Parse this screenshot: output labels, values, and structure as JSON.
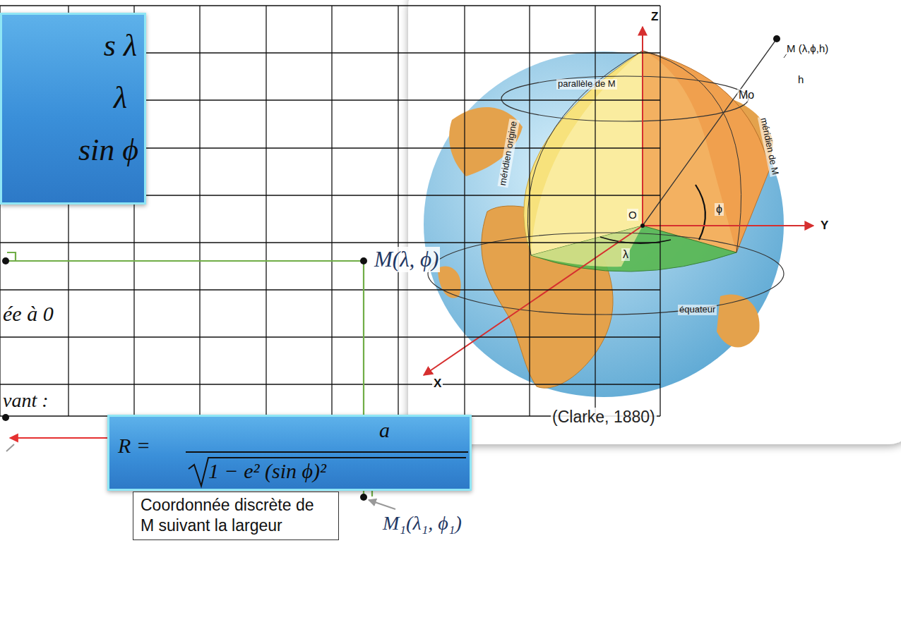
{
  "diagram": {
    "nodes": [
      {
        "text": [
          "s λ",
          "λ",
          "sin ϕ"
        ]
      },
      {
        "text": [
          "R =",
          "a",
          "1 − e² (sin ϕ)²"
        ]
      },
      {
        "text": [
          "Coordonnée discrète de M suivant la largeur"
        ]
      }
    ],
    "labels": [
      "M(λ, ϕ)",
      "ée à 0",
      "vant :",
      "M₁(λ₁, ϕ₁)",
      "(Clarke, 1880)",
      "Z",
      "Y",
      "X",
      "M (λ,ϕ,h)",
      "h",
      "Mo",
      "parallèle de M",
      "méridien origine",
      "méridien de M",
      "O",
      "λ",
      "ϕ",
      "équateur"
    ]
  }
}
